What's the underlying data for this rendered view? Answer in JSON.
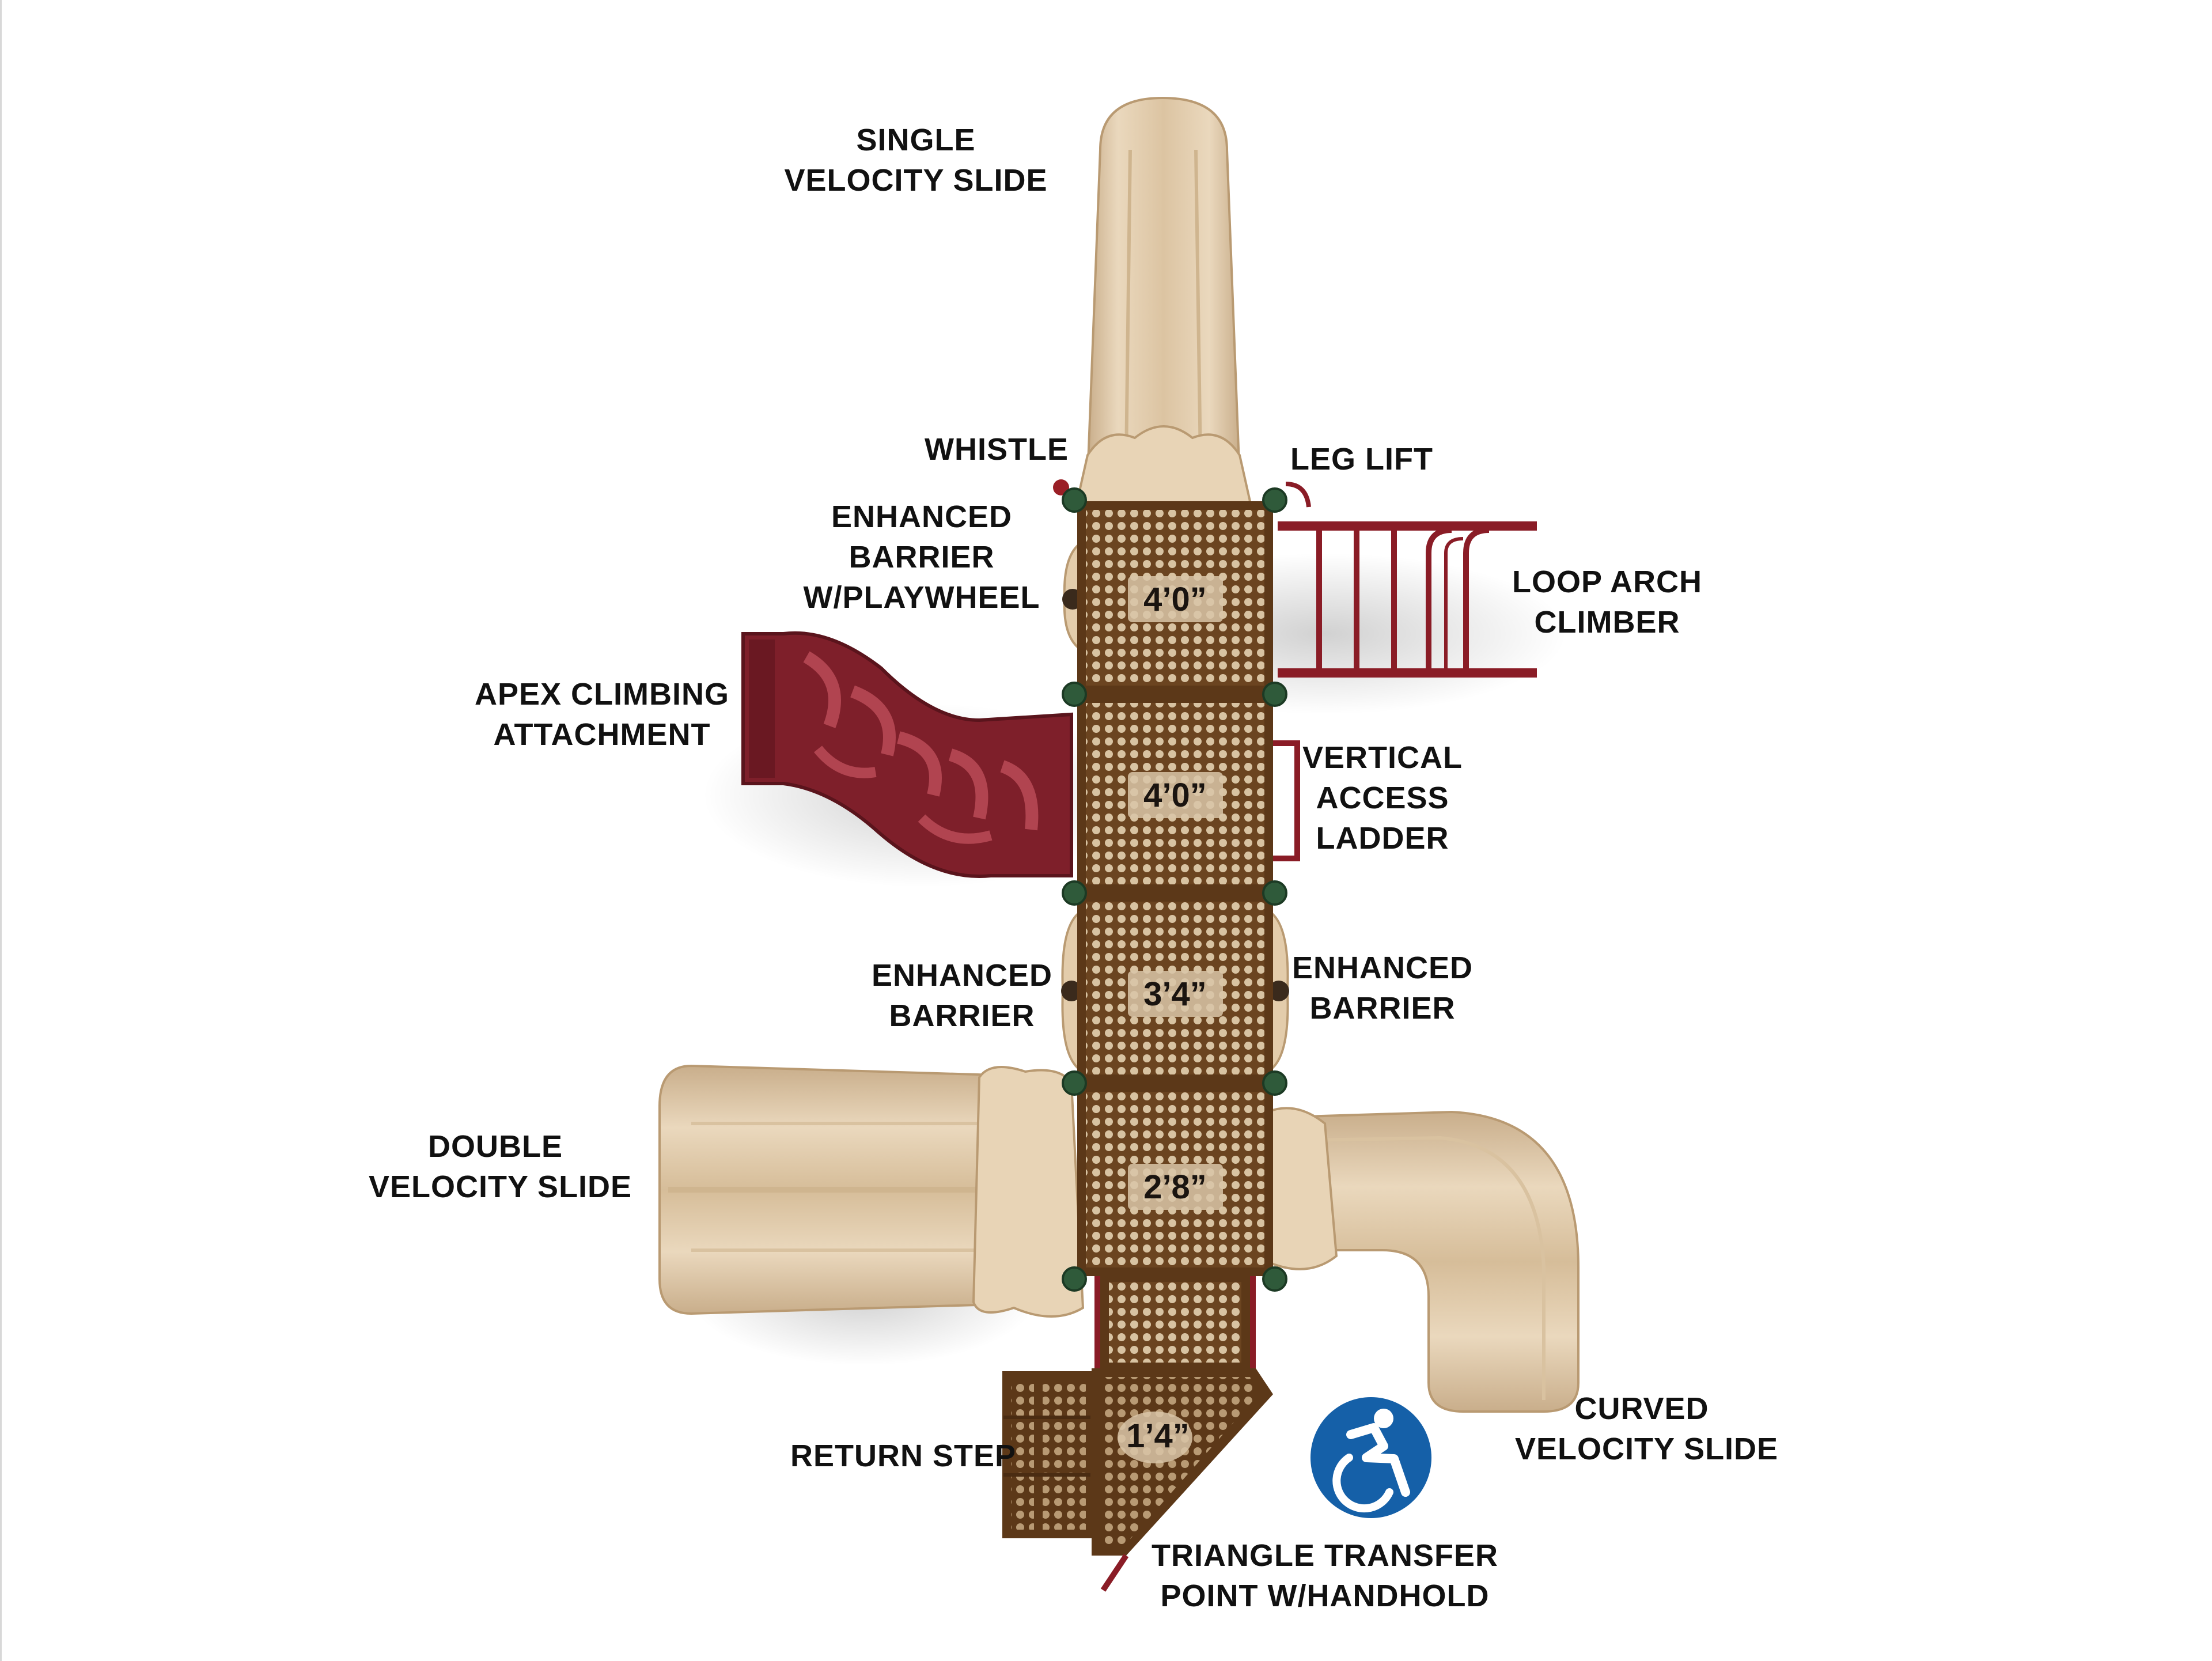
{
  "labels": {
    "single_slide": [
      "SINGLE",
      "VELOCITY SLIDE"
    ],
    "whistle": "WHISTLE",
    "leg_lift": "LEG LIFT",
    "enhanced_playwheel": [
      "ENHANCED",
      "BARRIER",
      "W/PLAYWHEEL"
    ],
    "loop_arch": [
      "LOOP ARCH",
      "CLIMBER"
    ],
    "apex": [
      "APEX CLIMBING",
      "ATTACHMENT"
    ],
    "vertical_ladder": [
      "VERTICAL",
      "ACCESS",
      "LADDER"
    ],
    "enhanced_left": [
      "ENHANCED",
      "BARRIER"
    ],
    "enhanced_right": [
      "ENHANCED",
      "BARRIER"
    ],
    "double_slide": [
      "DOUBLE",
      "VELOCITY SLIDE"
    ],
    "curved_slide": [
      "CURVED",
      "VELOCITY SLIDE"
    ],
    "return_step": "RETURN STEP",
    "triangle_transfer": [
      "TRIANGLE TRANSFER",
      "POINT W/HANDHOLD"
    ]
  },
  "deck_heights": [
    "4’0”",
    "4’0”",
    "3’4”",
    "2’8”",
    "1’4”"
  ],
  "icons": {
    "accessibility": "wheelchair-accessibility-icon"
  },
  "colors": {
    "slide": "#e6d2b5",
    "slide_shadow": "#c9ae8b",
    "deck": "#6b4420",
    "deck_light": "#bfa27e",
    "frame": "#8a1c26",
    "apex": "#7e1f2a",
    "clamp": "#2f5a3a",
    "access_blue": "#1560a8"
  }
}
